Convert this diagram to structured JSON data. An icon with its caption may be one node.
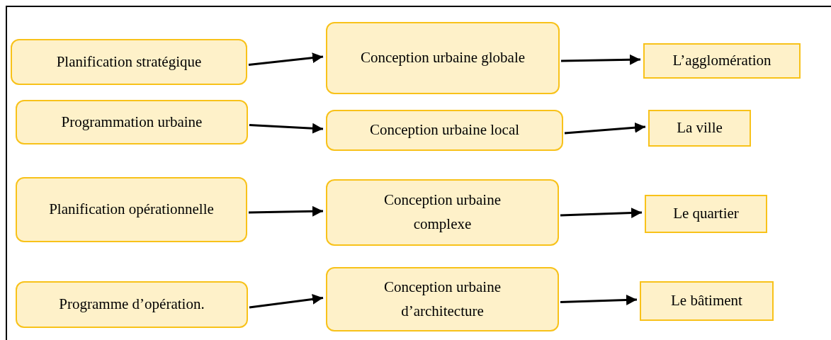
{
  "diagram": {
    "nodes": [
      {
        "text": [
          "Planification stratégique"
        ]
      },
      {
        "text": [
          "Conception urbaine globale"
        ]
      },
      {
        "text": [
          "L’agglomération"
        ]
      },
      {
        "text": [
          "Programmation urbaine"
        ]
      },
      {
        "text": [
          "Conception urbaine local"
        ]
      },
      {
        "text": [
          "La ville"
        ]
      },
      {
        "text": [
          "Planification opérationnelle"
        ]
      },
      {
        "text": [
          "Conception urbaine complexe"
        ]
      },
      {
        "text": [
          "Le quartier"
        ]
      },
      {
        "text": [
          "Programme d’opération."
        ]
      },
      {
        "text": [
          "Conception urbaine d’architecture"
        ]
      },
      {
        "text": [
          "Le bâtiment"
        ]
      }
    ],
    "edges": [
      {
        "from": 0,
        "to": 1,
        "arrow": "to"
      },
      {
        "from": 1,
        "to": 2,
        "arrow": "to"
      },
      {
        "from": 3,
        "to": 4,
        "arrow": "to"
      },
      {
        "from": 4,
        "to": 5,
        "arrow": "to"
      },
      {
        "from": 6,
        "to": 7,
        "arrow": "to"
      },
      {
        "from": 7,
        "to": 8,
        "arrow": "to"
      },
      {
        "from": 9,
        "to": 10,
        "arrow": "to"
      },
      {
        "from": 10,
        "to": 11,
        "arrow": "to"
      }
    ]
  }
}
